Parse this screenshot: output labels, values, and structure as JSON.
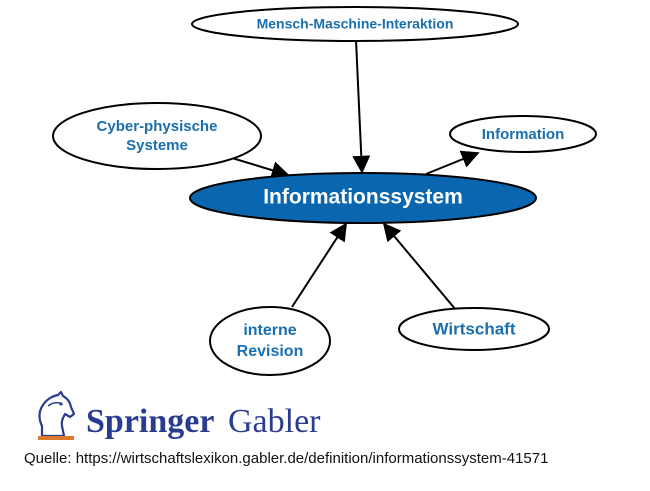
{
  "center": {
    "label": "Informationssystem"
  },
  "nodes": {
    "mmi": {
      "label": "Mensch-Maschine-Interaktion"
    },
    "cps": {
      "line1": "Cyber-physische",
      "line2": "Systeme"
    },
    "information": {
      "label": "Information"
    },
    "revision": {
      "line1": "interne",
      "line2": "Revision"
    },
    "wirtschaft": {
      "label": "Wirtschaft"
    }
  },
  "logo": {
    "brand": "Springer",
    "sub": "Gabler"
  },
  "source": "Quelle: https://wirtschaftslexikon.gabler.de/definition/informationssystem-41571",
  "colors": {
    "center_fill": "#0b66b0",
    "node_text": "#1a6fb0",
    "logo": "#2a3c8f",
    "logo_accent": "#e07a2b"
  }
}
